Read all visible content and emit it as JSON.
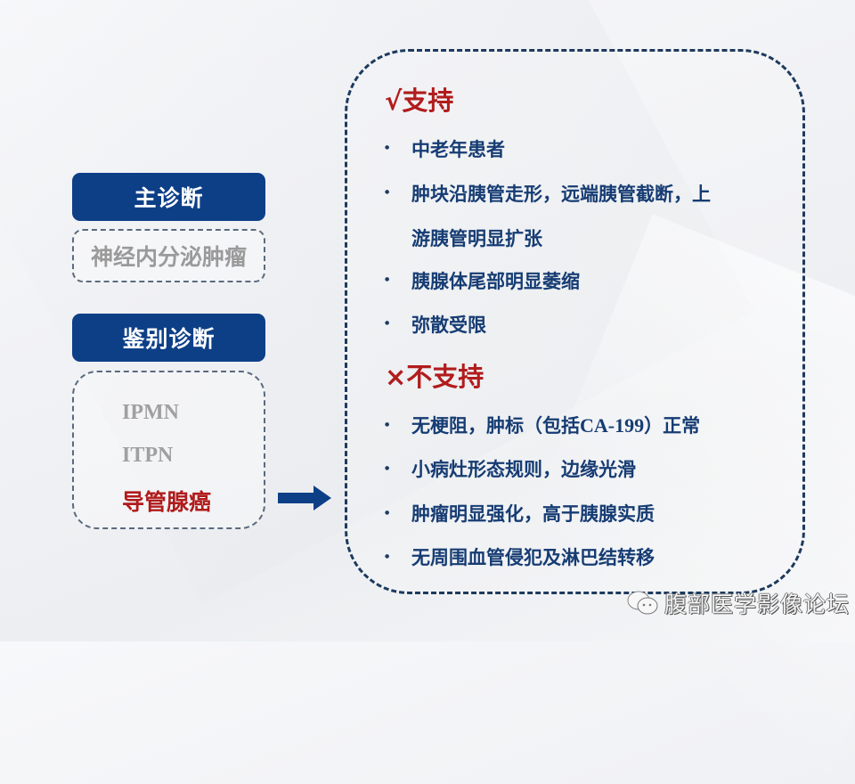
{
  "left_panel": {
    "main_diagnosis": {
      "header": "主诊断",
      "value": "神经内分泌肿瘤"
    },
    "differential_diagnosis": {
      "header": "鉴别诊断",
      "items": [
        {
          "label": "IPMN",
          "highlighted": false
        },
        {
          "label": "ITPN",
          "highlighted": false
        },
        {
          "label": "导管腺癌",
          "highlighted": true
        }
      ]
    }
  },
  "right_panel": {
    "support": {
      "title": "√支持",
      "items": [
        "中老年患者",
        "肿块沿胰管走形，远端胰管截断，上",
        "游胰管明显扩张",
        "胰腺体尾部明显萎缩",
        "弥散受限"
      ]
    },
    "not_support": {
      "title": "×不支持",
      "items": [
        {
          "pre": "无梗阻，肿标（包括",
          "latin": "CA-199",
          "post": "）正常"
        },
        "小病灶形态规则，边缘光滑",
        "肿瘤明显强化，高于胰腺实质",
        "无周围血管侵犯及淋巴结转移"
      ]
    }
  },
  "watermark": {
    "icon": "wechat-icon",
    "text": "腹部医学影像论坛"
  },
  "colors": {
    "header_bg": "#0d3f87",
    "accent_red": "#b21c1c",
    "body_blue": "#163c73",
    "muted_gray": "#9a9a9a",
    "dash_border": "#1d3a5e"
  }
}
